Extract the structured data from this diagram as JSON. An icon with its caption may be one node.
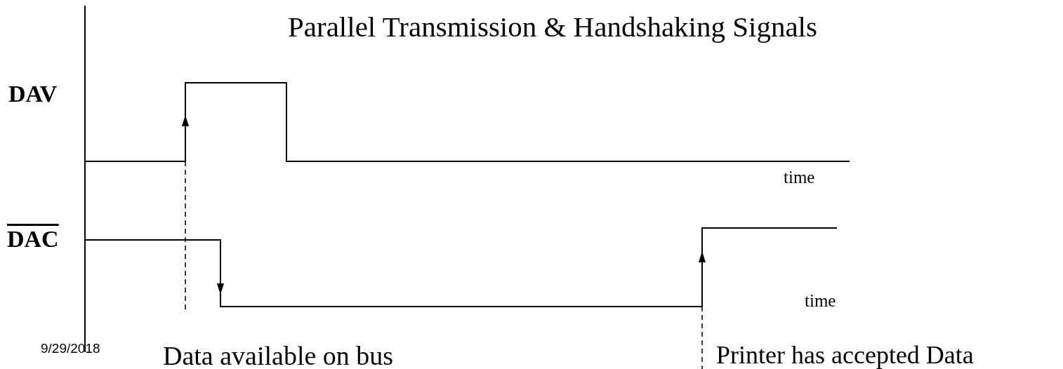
{
  "diagram": {
    "title": "Parallel Transmission & Handshaking Signals",
    "labels": [
      "DAV",
      "DAC",
      "time",
      "time",
      "9/29/2018",
      "Data available on bus",
      "Printer has accepted Data"
    ]
  }
}
